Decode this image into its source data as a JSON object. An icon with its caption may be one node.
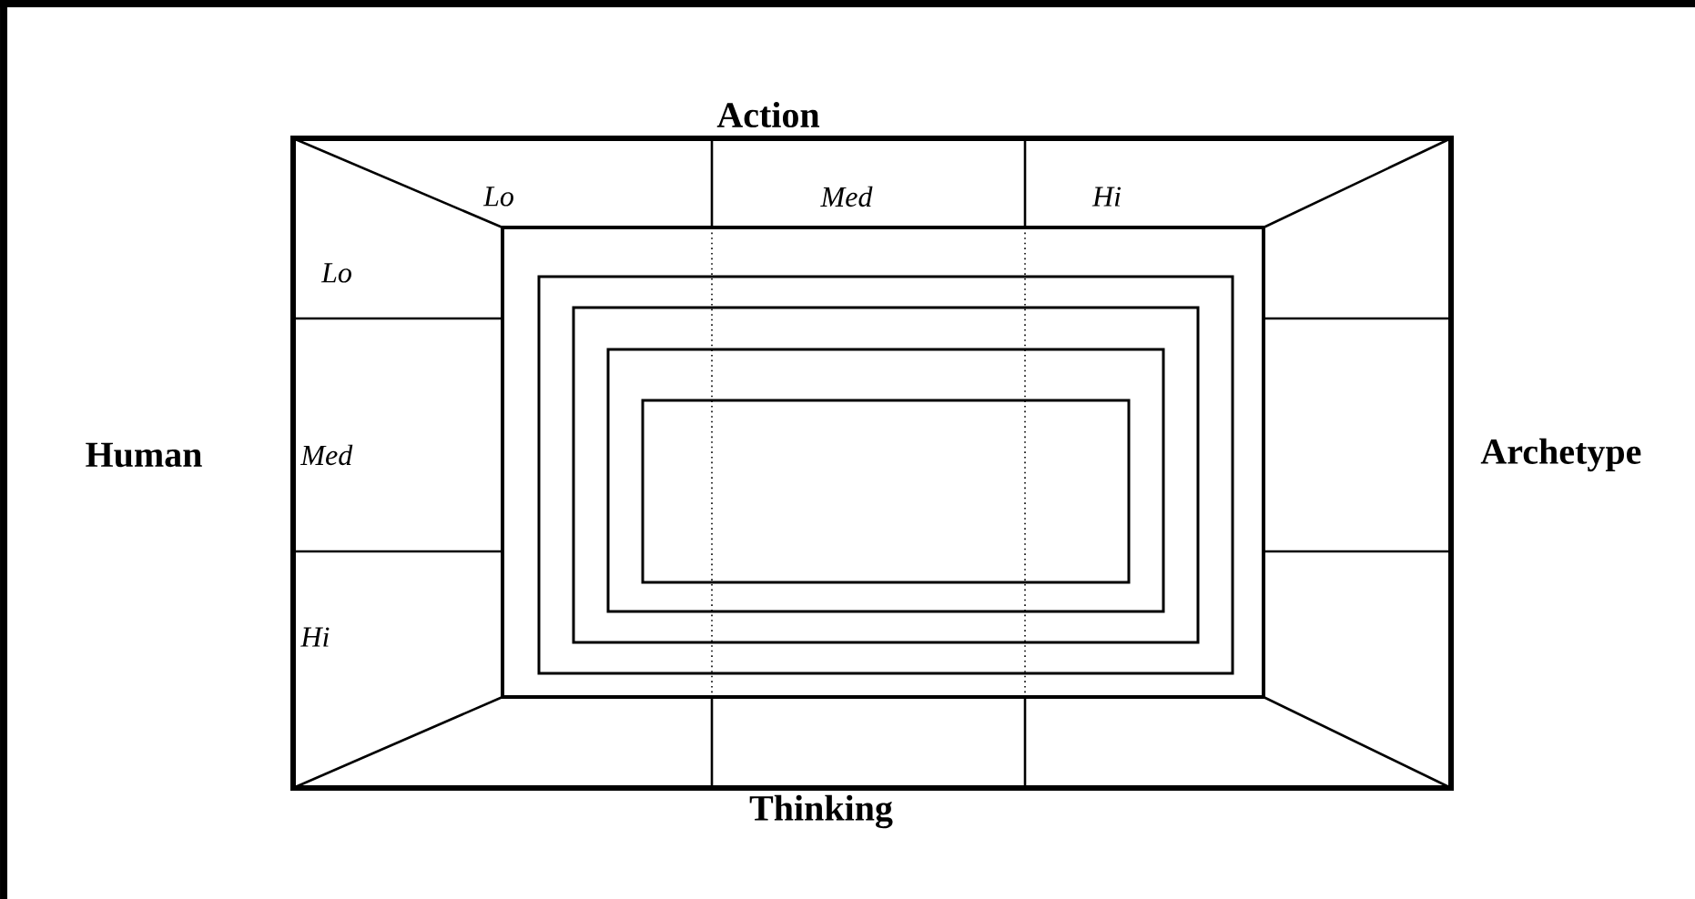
{
  "diagram": {
    "labels": [
      "Action",
      "Lo",
      "Med",
      "Hi",
      "Lo",
      "Human",
      "Med",
      "Archetype",
      "Hi",
      "Thinking"
    ]
  }
}
